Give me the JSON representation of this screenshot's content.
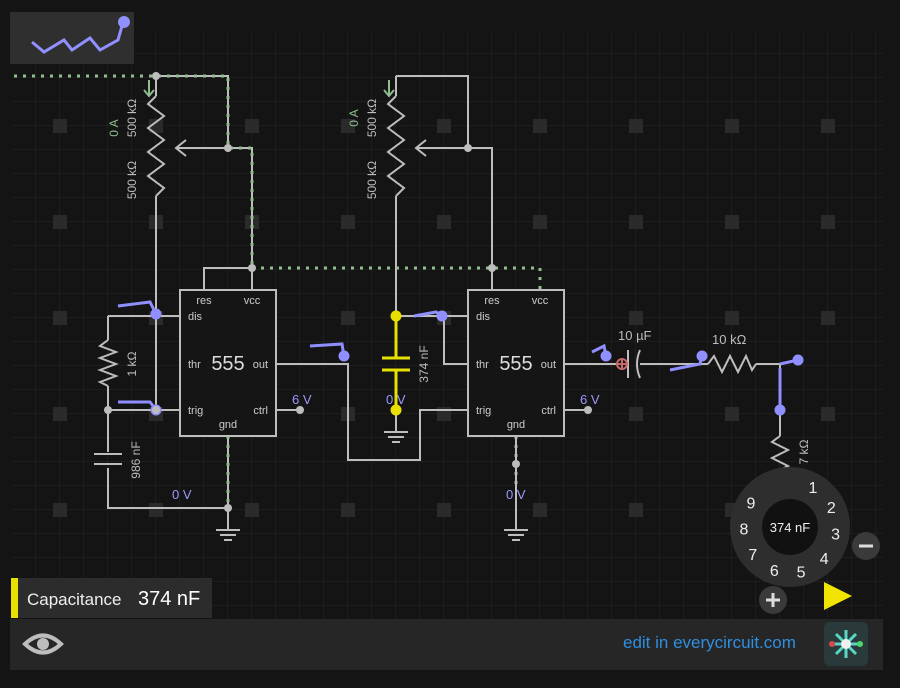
{
  "labels": {
    "pot1_current": "0 A",
    "pot1_top": "500 kΩ",
    "pot1_bottom": "500 kΩ",
    "pot2_current": "0 A",
    "pot2_top": "500 kΩ",
    "pot2_bottom": "500 kΩ",
    "r1": "1 kΩ",
    "c_left": "986 nF",
    "c_mid": "374 nF",
    "c_out": "10 µF",
    "r_out": "10 kΩ",
    "r_down": "7 kΩ",
    "v_ctrl1": "6 V",
    "v_ctrl2": "6 V",
    "v_gnd1": "0 V",
    "v_gnd2": "0 V",
    "v_gnd3": "0 V"
  },
  "chips": [
    {
      "name": "555",
      "res": "res",
      "vcc": "vcc",
      "dis": "dis",
      "thr": "thr",
      "trig": "trig",
      "out": "out",
      "ctrl": "ctrl",
      "gnd": "gnd"
    },
    {
      "name": "555",
      "res": "res",
      "vcc": "vcc",
      "dis": "dis",
      "thr": "thr",
      "trig": "trig",
      "out": "out",
      "ctrl": "ctrl",
      "gnd": "gnd"
    }
  ],
  "dial": {
    "center_value": "374 nF",
    "digits": [
      "1",
      "2",
      "3",
      "4",
      "5",
      "6",
      "7",
      "8",
      "9"
    ]
  },
  "panel": {
    "label": "Capacitance",
    "value": "374 nF"
  },
  "footer": {
    "edit_link": "edit in everycircuit.com"
  },
  "colors": {
    "wire": "#bdbdbd",
    "selected": "#e8e000",
    "current": "#8fbf8f",
    "probe": "#8f8fff",
    "background": "#141414"
  }
}
